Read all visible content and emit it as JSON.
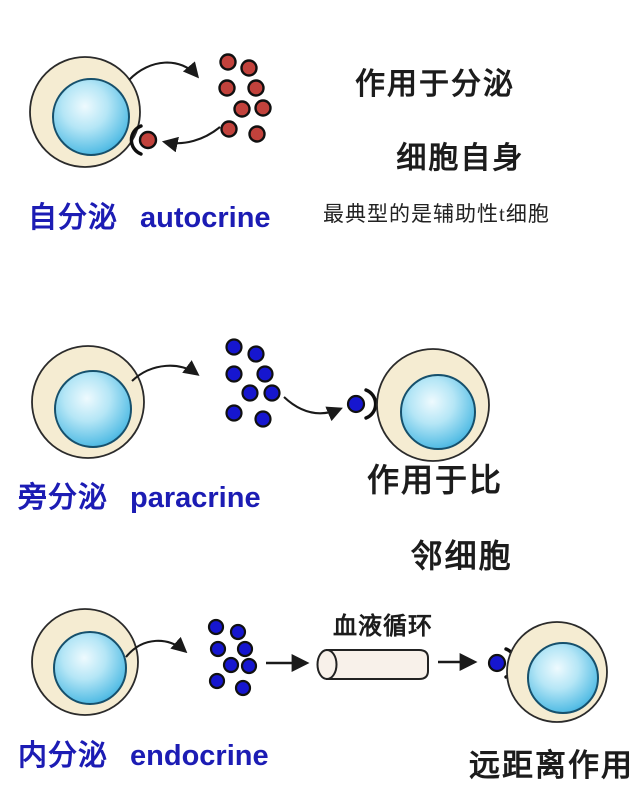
{
  "colors": {
    "background": "#ffffff",
    "cell_outer": "#f5ecd2",
    "red_ligand": "#c2423c",
    "blue_ligand": "#1616cf",
    "label_blue": "#1c1cb4",
    "text_black": "#1c1c1c",
    "vessel_fill": "#f8f1ea"
  },
  "sections": {
    "autocrine": {
      "label_cn": "自分泌",
      "label_en": "autocrine",
      "effect_line1": "作用于分泌",
      "effect_line2": "细胞自身",
      "note": "最典型的是辅助性t细胞"
    },
    "paracrine": {
      "label_cn": "旁分泌",
      "label_en": "paracrine",
      "effect_line1": "作用于比",
      "effect_line2": "邻细胞"
    },
    "endocrine": {
      "label_cn": "内分泌",
      "label_en": "endocrine",
      "vessel_label": "血液循环",
      "effect": "远距离作用"
    }
  }
}
